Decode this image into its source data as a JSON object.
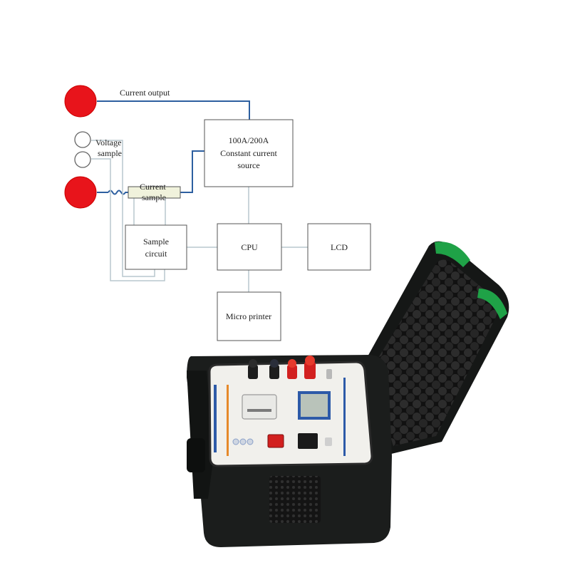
{
  "diagram": {
    "labels": {
      "current_output": "Current output",
      "voltage_sample_1": "Voltage",
      "voltage_sample_2": "sample",
      "current_sample_1": "Current",
      "current_sample_2": "sample",
      "source_1": "100A/200A",
      "source_2": "Constant current",
      "source_3": "source",
      "sample_circuit_1": "Sample",
      "sample_circuit_2": "circuit",
      "cpu": "CPU",
      "lcd": "LCD",
      "printer": "Micro printer"
    },
    "colors": {
      "terminal_red": "#e8141b",
      "wire_blue": "#2d5fa0",
      "wire_grey": "#b9c7cd",
      "box_border": "#555555",
      "current_sample_fill": "#f0f2dc"
    }
  },
  "device": {
    "colors": {
      "case": "#1b1d1c",
      "panel": "#f1f0ec",
      "accent_green": "#1fa247",
      "display": "#b9c3ba",
      "display_frame": "#2d5aa8",
      "knob_red": "#d2201f"
    }
  }
}
